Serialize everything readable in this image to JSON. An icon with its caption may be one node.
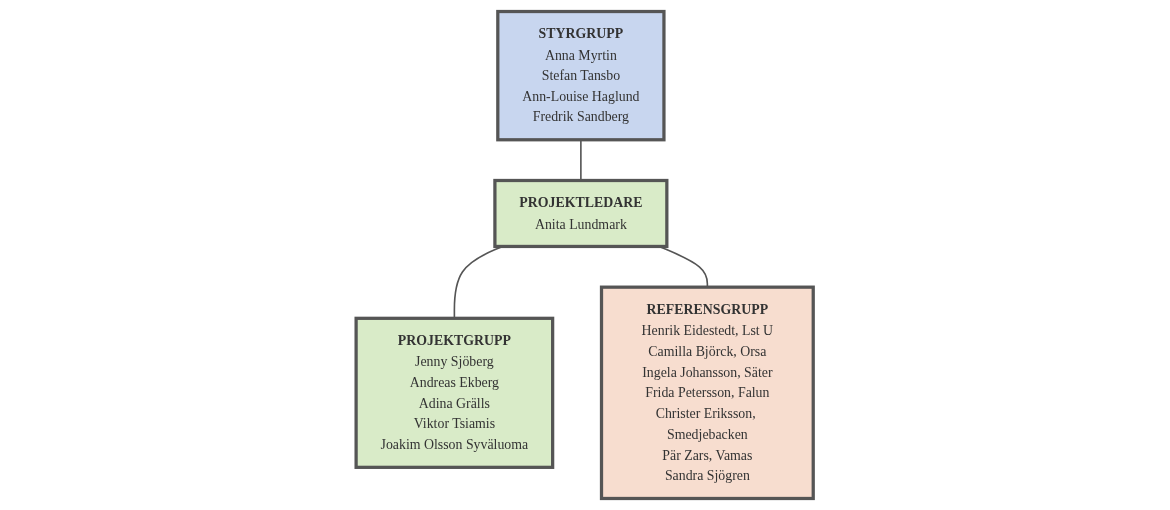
{
  "diagram": {
    "nodes": [
      {
        "text": [
          "PROJEKTGRUPP",
          "Jenny Sjöberg",
          "Andreas Ekberg",
          "Adina Grälls",
          "Viktor Tsiamis",
          "Joakim Olsson Syväluoma"
        ]
      },
      {
        "text": [
          "STYRGRUPP",
          "Anna Myrtin",
          "Stefan Tansbo",
          "Ann-Louise Haglund",
          "Fredrik Sandberg"
        ]
      },
      {
        "text": [
          "PROJEKTLEDARE",
          "Anita Lundmark"
        ]
      },
      {
        "text": [
          "REFERENSGRUPP",
          "Henrik Eidestedt, Lst U",
          "Camilla Björck, Orsa",
          "Ingela Johansson, Säter",
          "Frida Petersson, Falun",
          "Christer Eriksson, Smedjebacken",
          "Pär Zars, Vamas",
          "Sandra Sjögren"
        ]
      }
    ],
    "edges": [
      {
        "from": 1,
        "to": 2,
        "arrow": "none"
      },
      {
        "from": 2,
        "to": 0,
        "arrow": "none"
      },
      {
        "from": 2,
        "to": 3,
        "arrow": "none"
      }
    ]
  }
}
